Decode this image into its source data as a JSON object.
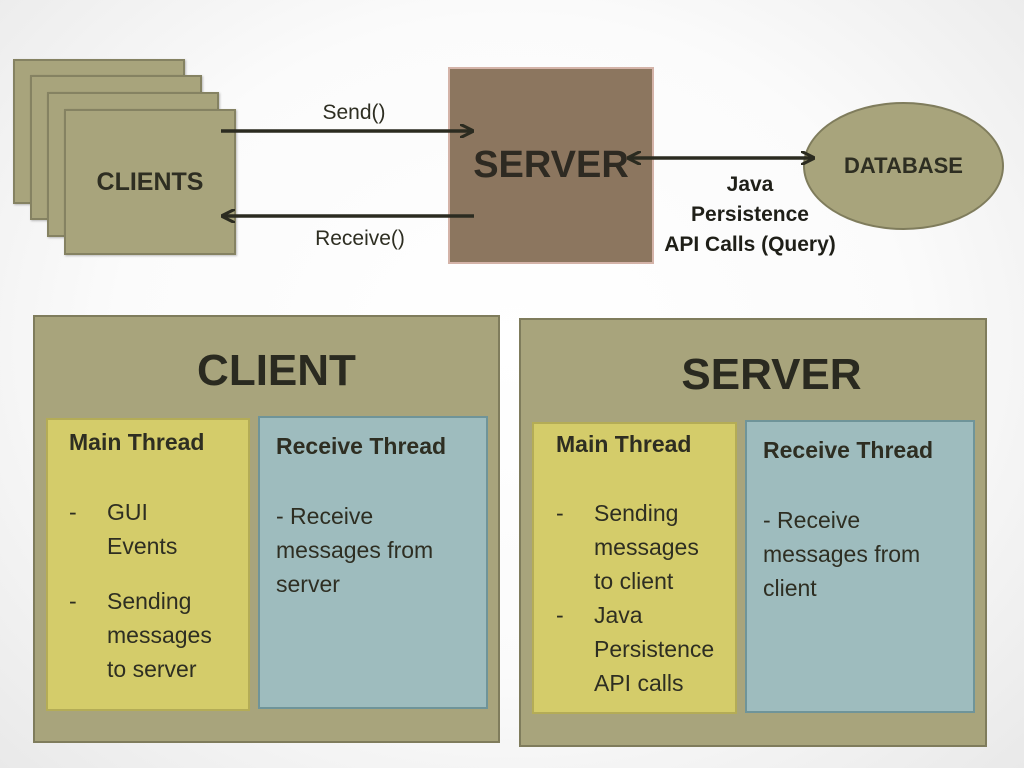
{
  "diagram": {
    "clients_label": "CLIENTS",
    "server_label": "SERVER",
    "database_label": "DATABASE",
    "send_label": "Send()",
    "receive_label": "Receive()",
    "jpa_label_lines": [
      "Java",
      "Persistence",
      "API Calls (Query)"
    ]
  },
  "client_panel": {
    "title": "CLIENT",
    "main_thread": {
      "title": "Main Thread",
      "bullets": [
        {
          "dash": "-",
          "lines": [
            "GUI",
            "Events"
          ]
        },
        {
          "dash": "-",
          "lines": [
            "Sending",
            "messages",
            "to server"
          ]
        }
      ]
    },
    "receive_thread": {
      "title": "Receive Thread",
      "lines": [
        "- Receive",
        "messages from",
        "server"
      ]
    }
  },
  "server_panel": {
    "title": "SERVER",
    "main_thread": {
      "title": "Main Thread",
      "bullets": [
        {
          "dash": "-",
          "lines": [
            "Sending",
            "messages",
            "to client"
          ]
        },
        {
          "dash": "-",
          "lines": [
            "Java",
            "Persistence",
            "API calls"
          ]
        }
      ]
    },
    "receive_thread": {
      "title": "Receive Thread",
      "lines": [
        "- Receive",
        "messages from",
        "client"
      ]
    }
  },
  "colors": {
    "card_olive": "#a8a47c",
    "server_brown": "#8c765f",
    "main_thread_yellow": "#d4cc6a",
    "receive_thread_blue": "#9ebcbe",
    "arrow": "#2b2b20"
  }
}
